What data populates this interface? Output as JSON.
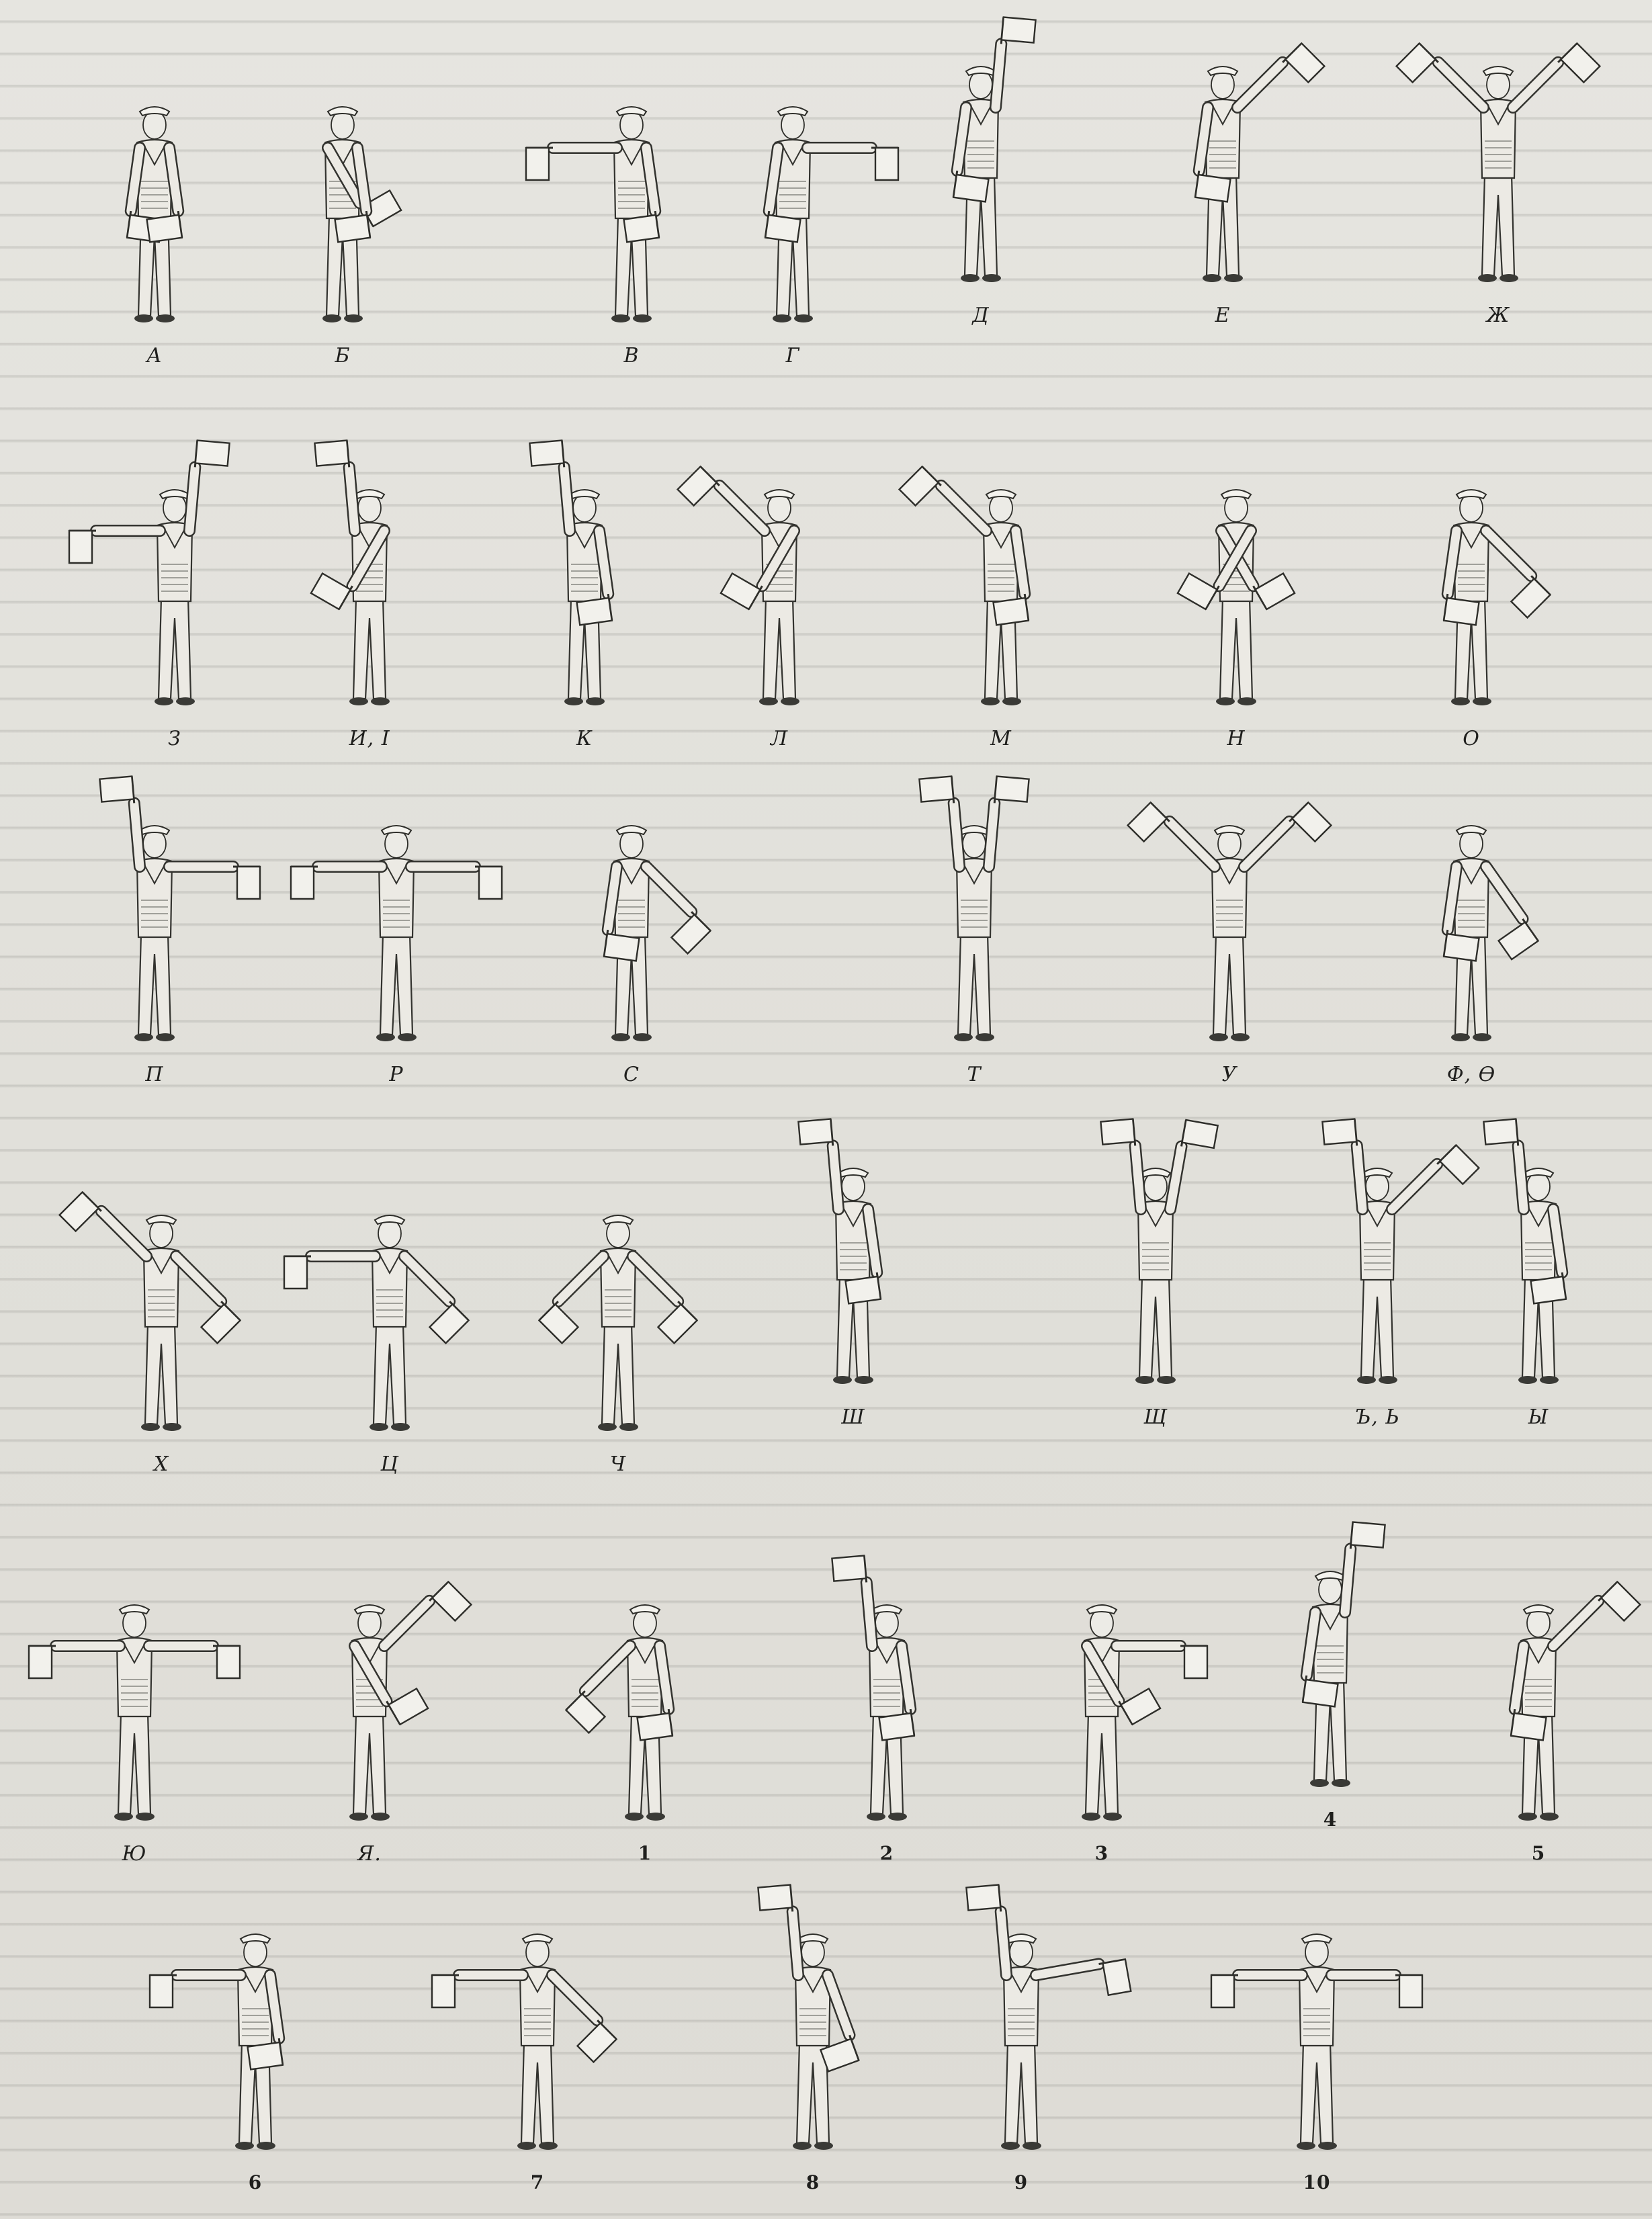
{
  "signals": [
    {
      "label": "А"
    },
    {
      "label": "Б"
    },
    {
      "label": "В"
    },
    {
      "label": "Г"
    },
    {
      "label": "Д"
    },
    {
      "label": "Е"
    },
    {
      "label": "Ж"
    },
    {
      "label": "З"
    },
    {
      "label": "И, І"
    },
    {
      "label": "К"
    },
    {
      "label": "Л"
    },
    {
      "label": "М"
    },
    {
      "label": "Н"
    },
    {
      "label": "О"
    },
    {
      "label": "П"
    },
    {
      "label": "Р"
    },
    {
      "label": "С"
    },
    {
      "label": "Т"
    },
    {
      "label": "У"
    },
    {
      "label": "Ф, Ѳ"
    },
    {
      "label": "Х"
    },
    {
      "label": "Ц"
    },
    {
      "label": "Ч"
    },
    {
      "label": "Ш"
    },
    {
      "label": "Щ"
    },
    {
      "label": "Ъ, Ь"
    },
    {
      "label": "Ы"
    },
    {
      "label": "Ю"
    },
    {
      "label": "Я."
    },
    {
      "label": "1"
    },
    {
      "label": "2"
    },
    {
      "label": "3"
    },
    {
      "label": "4"
    },
    {
      "label": "5"
    },
    {
      "label": "6"
    },
    {
      "label": "7"
    },
    {
      "label": "8"
    },
    {
      "label": "9"
    },
    {
      "label": "10"
    }
  ]
}
